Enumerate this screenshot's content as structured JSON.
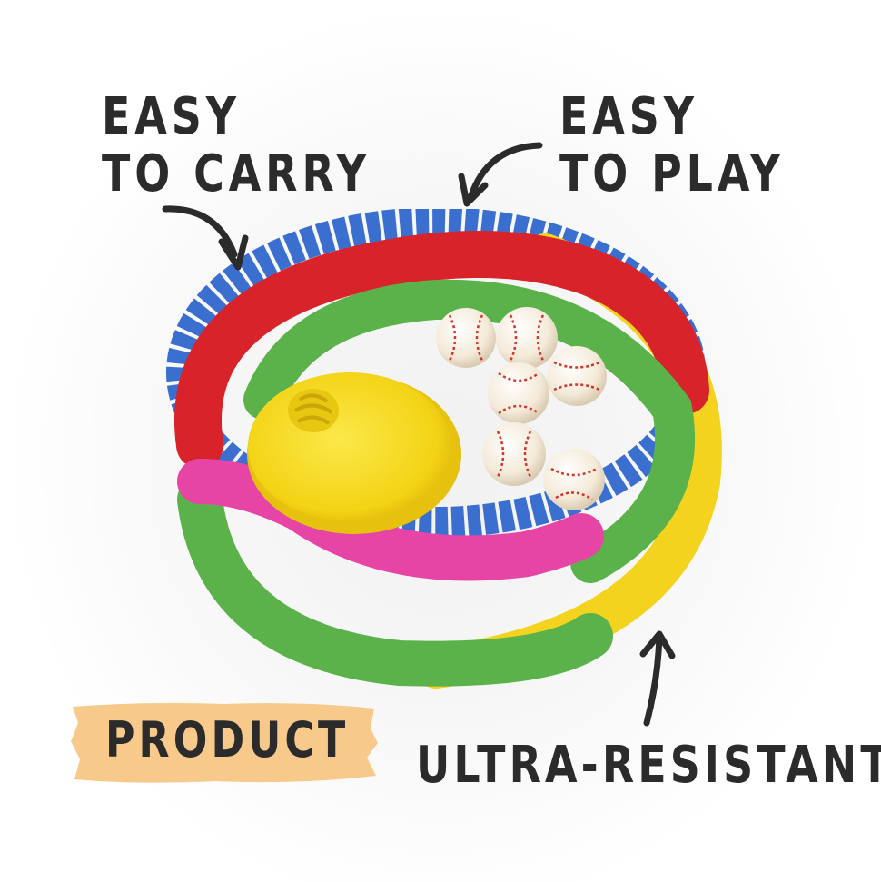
{
  "captions": {
    "easy_to_carry": [
      "EASY",
      "TO CARRY"
    ],
    "easy_to_play": [
      "EASY",
      "TO PLAY"
    ],
    "ultra_resistant": "ULTRA-RESISTANT",
    "badge": "PRODUCT"
  },
  "colors": {
    "text": "#2b2b2b",
    "badge": "#f7c98a",
    "ring_red": "#d8232a",
    "ring_blue": "#3a6fd0",
    "ring_green": "#5bb24a",
    "ring_yellow": "#f3d31e",
    "ring_pink": "#e645a6",
    "cone_yellow": "#f6dc1a",
    "ball": "#fbf3e6",
    "ball_stitch": "#d0362f"
  },
  "product": {
    "baseball_count": 6,
    "items": [
      "elastic-fabric-ring",
      "yellow-cone",
      "baseball"
    ]
  }
}
